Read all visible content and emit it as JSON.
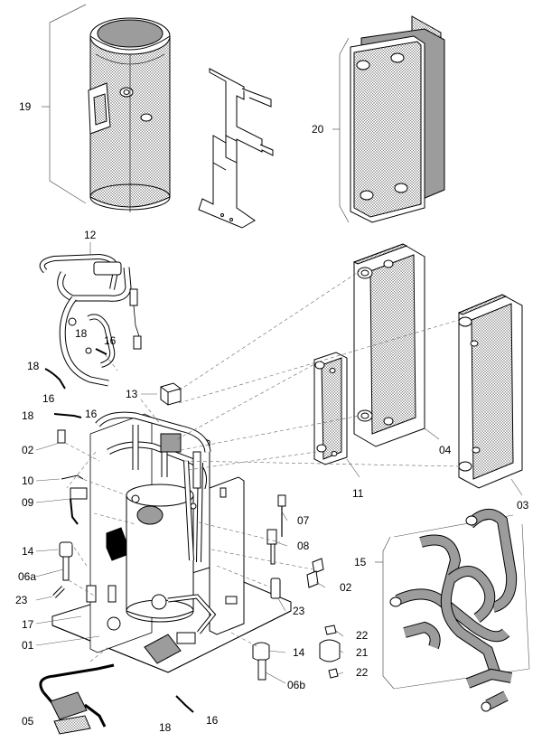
{
  "labels": {
    "p19": "19",
    "p20": "20",
    "p12": "12",
    "p18a": "18",
    "p16a": "16",
    "p18b": "18",
    "p16b": "16",
    "p18c": "18",
    "p16c": "16",
    "p13": "13",
    "p02a": "02",
    "p10": "10",
    "p09": "09",
    "p14a": "14",
    "p06a": "06a",
    "p23a": "23",
    "p17": "17",
    "p01": "01",
    "p05": "05",
    "p18d": "18",
    "p16d": "16",
    "p07": "07",
    "p08": "08",
    "p02b": "02",
    "p23b": "23",
    "p22a": "22",
    "p21": "21",
    "p22b": "22",
    "p14b": "14",
    "p06b": "06b",
    "p04": "04",
    "p11": "11",
    "p03": "03",
    "p15": "15"
  }
}
